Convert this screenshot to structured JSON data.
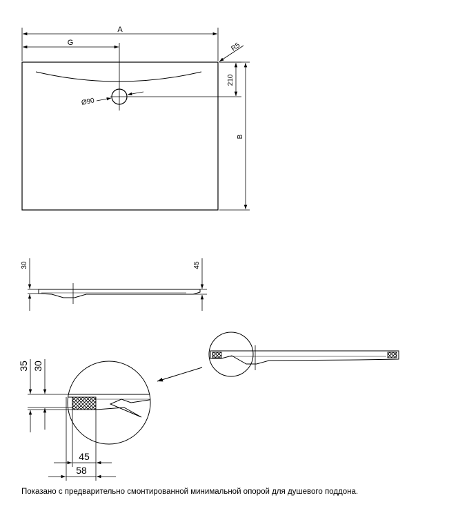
{
  "top_view": {
    "dim_a": "A",
    "dim_g": "G",
    "dim_r5": "R5",
    "dim_210": "210",
    "dim_b": "B",
    "dim_drain": "Ø90"
  },
  "side_view": {
    "dim_30": "30",
    "dim_45": "45"
  },
  "detail_view": {
    "dim_35": "35",
    "dim_30": "30",
    "dim_45": "45",
    "dim_58": "58"
  },
  "caption": "Показано с предварительно смонтированной минимальной опорой для душевого поддона."
}
